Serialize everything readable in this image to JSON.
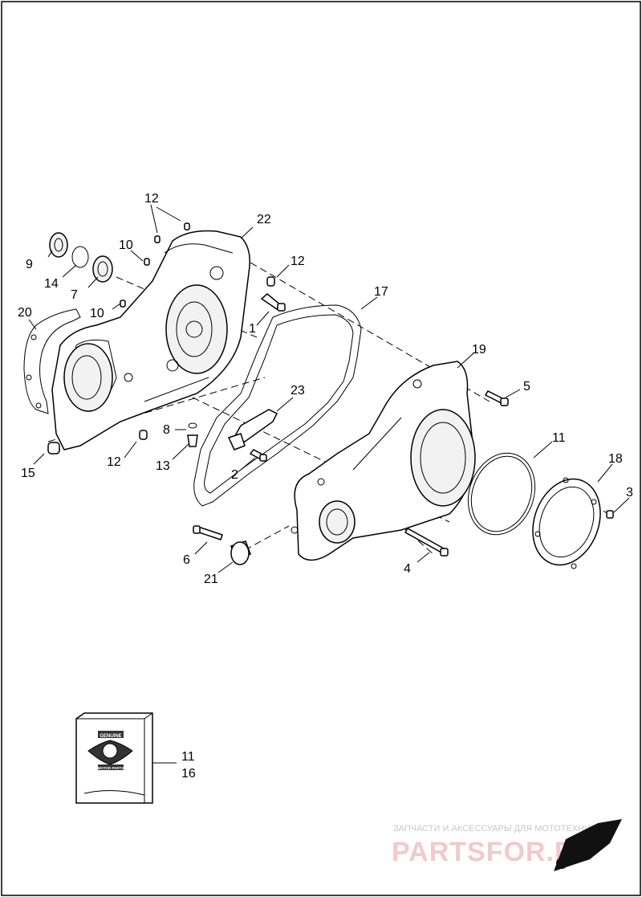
{
  "callouts": {
    "c1": "1",
    "c2": "2",
    "c3": "3",
    "c4": "4",
    "c5": "5",
    "c6": "6",
    "c7": "7",
    "c8": "8",
    "c9": "9",
    "c10a": "10",
    "c10b": "10",
    "c11a": "11",
    "c11b": "11",
    "c12a": "12",
    "c12b": "12",
    "c12c": "12",
    "c13": "13",
    "c14": "14",
    "c15": "15",
    "c16": "16",
    "c17": "17",
    "c18": "18",
    "c19": "19",
    "c20": "20",
    "c21": "21",
    "c22": "22",
    "c23": "23"
  },
  "kit_box": {
    "logo_top": "GENUINE",
    "logo_bottom": "MOTOR PARTS"
  },
  "watermark": {
    "tagline": "ЗАПЧАСТИ И АКСЕССУАРЫ ДЛЯ МОТОТЕХНИКИ",
    "brand": "PARTSFOR.RU"
  },
  "colors": {
    "line": "#000000",
    "watermark_red": "#e06670"
  }
}
